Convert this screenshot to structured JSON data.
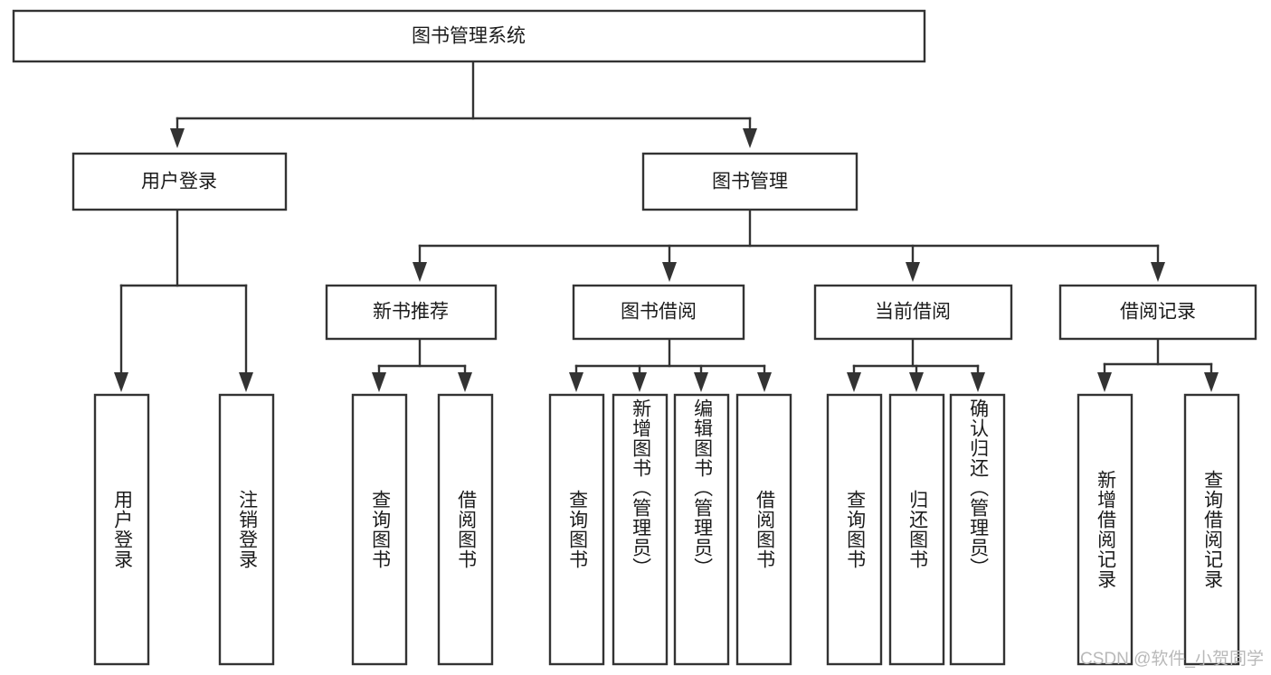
{
  "diagram": {
    "title_node": {
      "label": "图书管理系统"
    },
    "level2": [
      {
        "id": "user-login",
        "label": "用户登录"
      },
      {
        "id": "book-manage",
        "label": "图书管理"
      }
    ],
    "level3": [
      {
        "id": "new-book-rec",
        "label": "新书推荐"
      },
      {
        "id": "book-borrow",
        "label": "图书借阅"
      },
      {
        "id": "current-borrow",
        "label": "当前借阅"
      },
      {
        "id": "borrow-record",
        "label": "借阅记录"
      }
    ],
    "leaves": [
      {
        "id": "leaf-user-login",
        "label": "用户登录",
        "parent": "user-login"
      },
      {
        "id": "leaf-logout",
        "label": "注销登录",
        "parent": "user-login"
      },
      {
        "id": "leaf-query-book-1",
        "label": "查询图书",
        "parent": "new-book-rec"
      },
      {
        "id": "leaf-borrow-book-1",
        "label": "借阅图书",
        "parent": "new-book-rec"
      },
      {
        "id": "leaf-query-book-2",
        "label": "查询图书",
        "parent": "book-borrow"
      },
      {
        "id": "leaf-add-book",
        "label": "新增图书（管理员）",
        "parent": "book-borrow"
      },
      {
        "id": "leaf-edit-book",
        "label": "编辑图书（管理员）",
        "parent": "book-borrow"
      },
      {
        "id": "leaf-borrow-book-2",
        "label": "借阅图书",
        "parent": "book-borrow"
      },
      {
        "id": "leaf-query-book-3",
        "label": "查询图书",
        "parent": "current-borrow"
      },
      {
        "id": "leaf-return-book",
        "label": "归还图书",
        "parent": "current-borrow"
      },
      {
        "id": "leaf-confirm-return",
        "label": "确认归还（管理员）",
        "parent": "current-borrow"
      },
      {
        "id": "leaf-add-record",
        "label": "新增借阅记录",
        "parent": "borrow-record"
      },
      {
        "id": "leaf-query-record",
        "label": "查询借阅记录",
        "parent": "borrow-record"
      }
    ],
    "watermark": "CSDN @软件_小贺同学",
    "colors": {
      "stroke": "#333333",
      "box_fill": "#ffffff",
      "text": "#1b1b1b",
      "watermark": "#b9b9b9",
      "background": "#ffffff"
    }
  }
}
